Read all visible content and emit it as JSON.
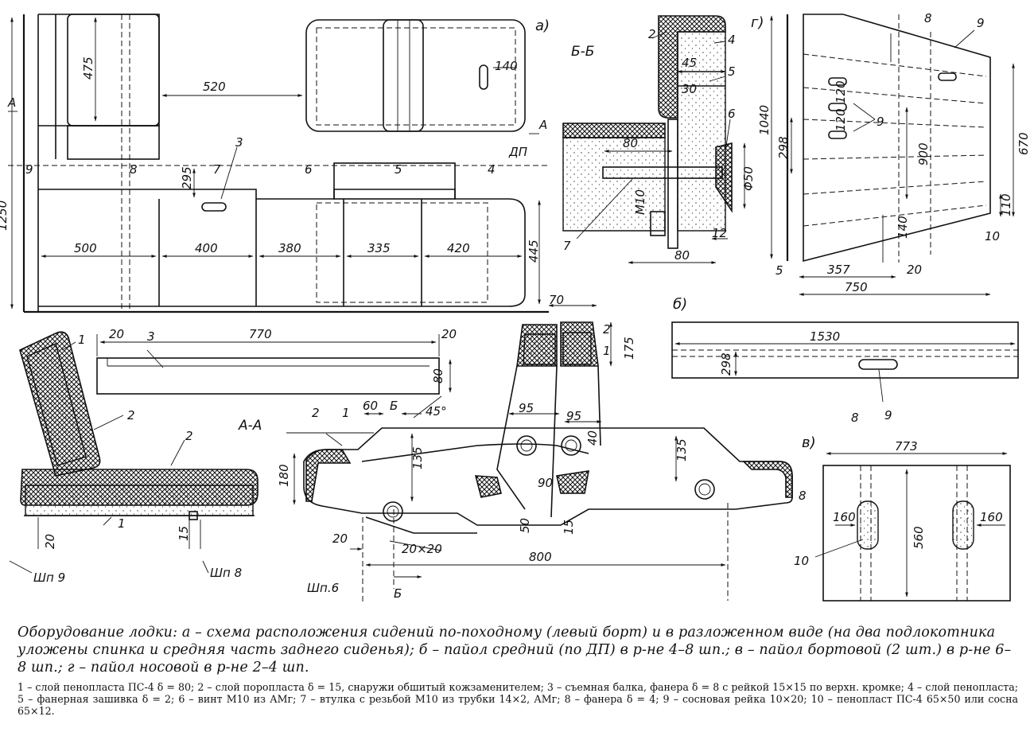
{
  "labels": {
    "view_a": "а)",
    "view_b": "б)",
    "view_v": "в)",
    "view_g": "г)",
    "section_bb": "Б-Б",
    "section_aa": "А-А",
    "cut_a": "А",
    "cut_b": "Б",
    "dp": "ДП",
    "sh9": "Шп 9",
    "sh8": "Шп 8",
    "sh6": "Шп.6"
  },
  "stations": [
    "9",
    "8",
    "7",
    "6",
    "5",
    "4"
  ],
  "dimensions": {
    "d1250": "1250",
    "d475": "475",
    "d520": "520",
    "d140": "140",
    "d295": "295",
    "d500": "500",
    "d400": "400",
    "d380": "380",
    "d335": "335",
    "d420": "420",
    "d445": "445",
    "d45": "45",
    "d30": "30",
    "d80": "80",
    "m10": "М10",
    "phi50": "Φ50",
    "d12": "12",
    "d80b": "80",
    "d1040": "1040",
    "d298": "298",
    "d120a": "120",
    "d120b": "120",
    "d900": "900",
    "d670": "670",
    "d140g": "140",
    "d110": "110",
    "d10": "10",
    "d5": "5",
    "d357": "357",
    "d20g": "20",
    "d750": "750",
    "d70": "70",
    "d175": "175",
    "d1530": "1530",
    "d298b": "298",
    "d773": "773",
    "d160a": "160",
    "d160b": "160",
    "d560": "560",
    "d20a": "20",
    "d770": "770",
    "d20b": "20",
    "d80c": "80",
    "d20c": "20",
    "d15": "15",
    "d60": "60",
    "d45deg": "45°",
    "d135a": "135",
    "d95a": "95",
    "d95b": "95",
    "d40": "40",
    "d135b": "135",
    "d180": "180",
    "d90": "90",
    "d50": "50",
    "d15b": "15",
    "d20d": "20",
    "d20x20": "20×20",
    "d800": "800"
  },
  "callouts": [
    "1",
    "2",
    "3",
    "4",
    "5",
    "6",
    "7",
    "8",
    "9",
    "10"
  ],
  "caption": {
    "main": "Оборудование лодки: а – схема расположения сидений по-походному (левый борт) и в разложенном виде (на два подлокотника уложены спинка и средняя часть заднего сиденья); б – пайол средний (по ДП) в р-не 4–8 шп.; в – пайол бортовой (2 шт.) в р-не 6–8 шп.; г – пайол носовой в р-не 2–4 шп.",
    "legend": "1 – слой пенопласта ПС-4 δ = 80; 2 – слой поропласта δ = 15, снаружи обшитый кожзаменителем; 3 – съемная балка, фанера δ = 8 с рейкой 15×15 по верхн. кромке; 4 – слой пенопласта; 5 – фанерная зашивка δ = 2; 6 – винт М10 из АМг; 7 – втулка с резьбой М10 из трубки 14×2, АМг; 8 – фанера δ = 4; 9 – сосновая рейка 10×20; 10 – пенопласт ПС-4 65×50 или сосна 65×12."
  }
}
